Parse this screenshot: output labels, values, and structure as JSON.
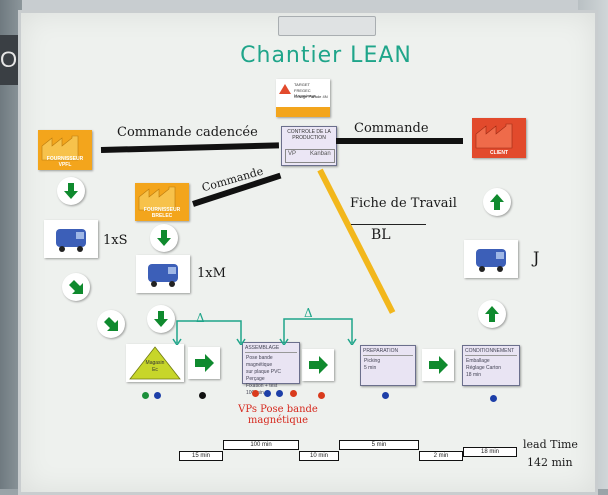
{
  "board": {
    "title": "Chantier LEAN",
    "control_card": {
      "title": "CONTROLE DE LA PRODUCTION",
      "cell_left": "VP",
      "cell_right": "Kanban"
    },
    "client_tag": {
      "line1": "TARGET",
      "line2": "FREGEC Magasinage",
      "line3": "Orange Parade 4N"
    },
    "handwriting": {
      "commande_cadencee": "Commande cadencée",
      "commande_right": "Commande",
      "commande_mid": "Commande",
      "fiche_travail": "Fiche de Travail",
      "bl": "BL",
      "freq_1xs": "1xS",
      "freq_1xm": "1xM",
      "freq_j": "J",
      "delta_1": "Δ",
      "delta_2": "Δ",
      "lead_time": "lead Time",
      "lead_time_value": "142 min"
    },
    "suppliers": [
      {
        "label": "FOURNISSEUR",
        "sub": "VPFL"
      },
      {
        "label": "FOURNISSEUR",
        "sub": "BRELEC"
      }
    ],
    "client": {
      "label": "CLIENT"
    },
    "stock": {
      "label": "Magasin",
      "sub": "Ec"
    },
    "processes": [
      {
        "name": "ASSEMBLAGE",
        "lines": [
          "Pose bande magnétique",
          "sur plaque PVC",
          "Perçage",
          "Fixation + test",
          "100 min"
        ]
      },
      {
        "name": "PREPARATION",
        "lines": [
          "Picking",
          "5 min"
        ]
      },
      {
        "name": "CONDITIONNEMENT",
        "lines": [
          "Emballage",
          "Réglage  Carton",
          "18 min"
        ]
      }
    ],
    "red_note": {
      "line1": "VPs Pose bande",
      "line2": "magnétique"
    },
    "timeline": {
      "top": [
        "100 min",
        "5 min",
        "18 min"
      ],
      "bottom": [
        "15 min",
        "10 min",
        "2 min"
      ]
    },
    "colors": {
      "board": "#eef1ee",
      "title_green": "#1fa58a",
      "arrow_green": "#0f8a2e",
      "yellow_tape": "#f2b71c",
      "supplier_orange": "#f3a51c",
      "client_red": "#e24a2c",
      "truck_blue": "#3c5fb8",
      "stock_triangle": "#c7d62a",
      "process_fill": "#e9e4f3"
    }
  }
}
